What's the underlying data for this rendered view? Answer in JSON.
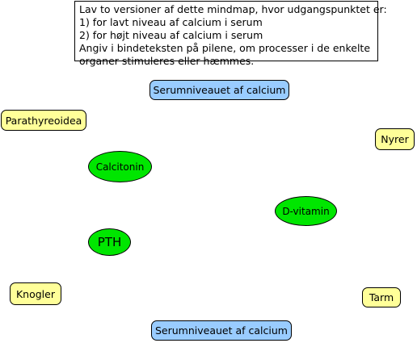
{
  "instructions": {
    "lines": [
      "Lav to versioner af dette mindmap, hvor udgangspunktet er:",
      "1) for lavt niveau af calcium i serum",
      "2) for højt niveau af calcium i serum",
      "Angiv i bindeteksten på pilene, om processer i de enkelte",
      "organer stimuleres eller hæmmes."
    ]
  },
  "nodes": {
    "serum_top": "Serumniveauet af calcium",
    "parathyreoidea": "Parathyreoidea",
    "nyrer": "Nyrer",
    "calcitonin": "Calcitonin",
    "d_vitamin": "D-vitamin",
    "pth": "PTH",
    "knogler": "Knogler",
    "tarm": "Tarm",
    "serum_bottom": "Serumniveauet af calcium"
  },
  "colors": {
    "serum_box": "#99ccff",
    "organ_box": "#ffff99",
    "hormone_oval": "#00e600"
  }
}
